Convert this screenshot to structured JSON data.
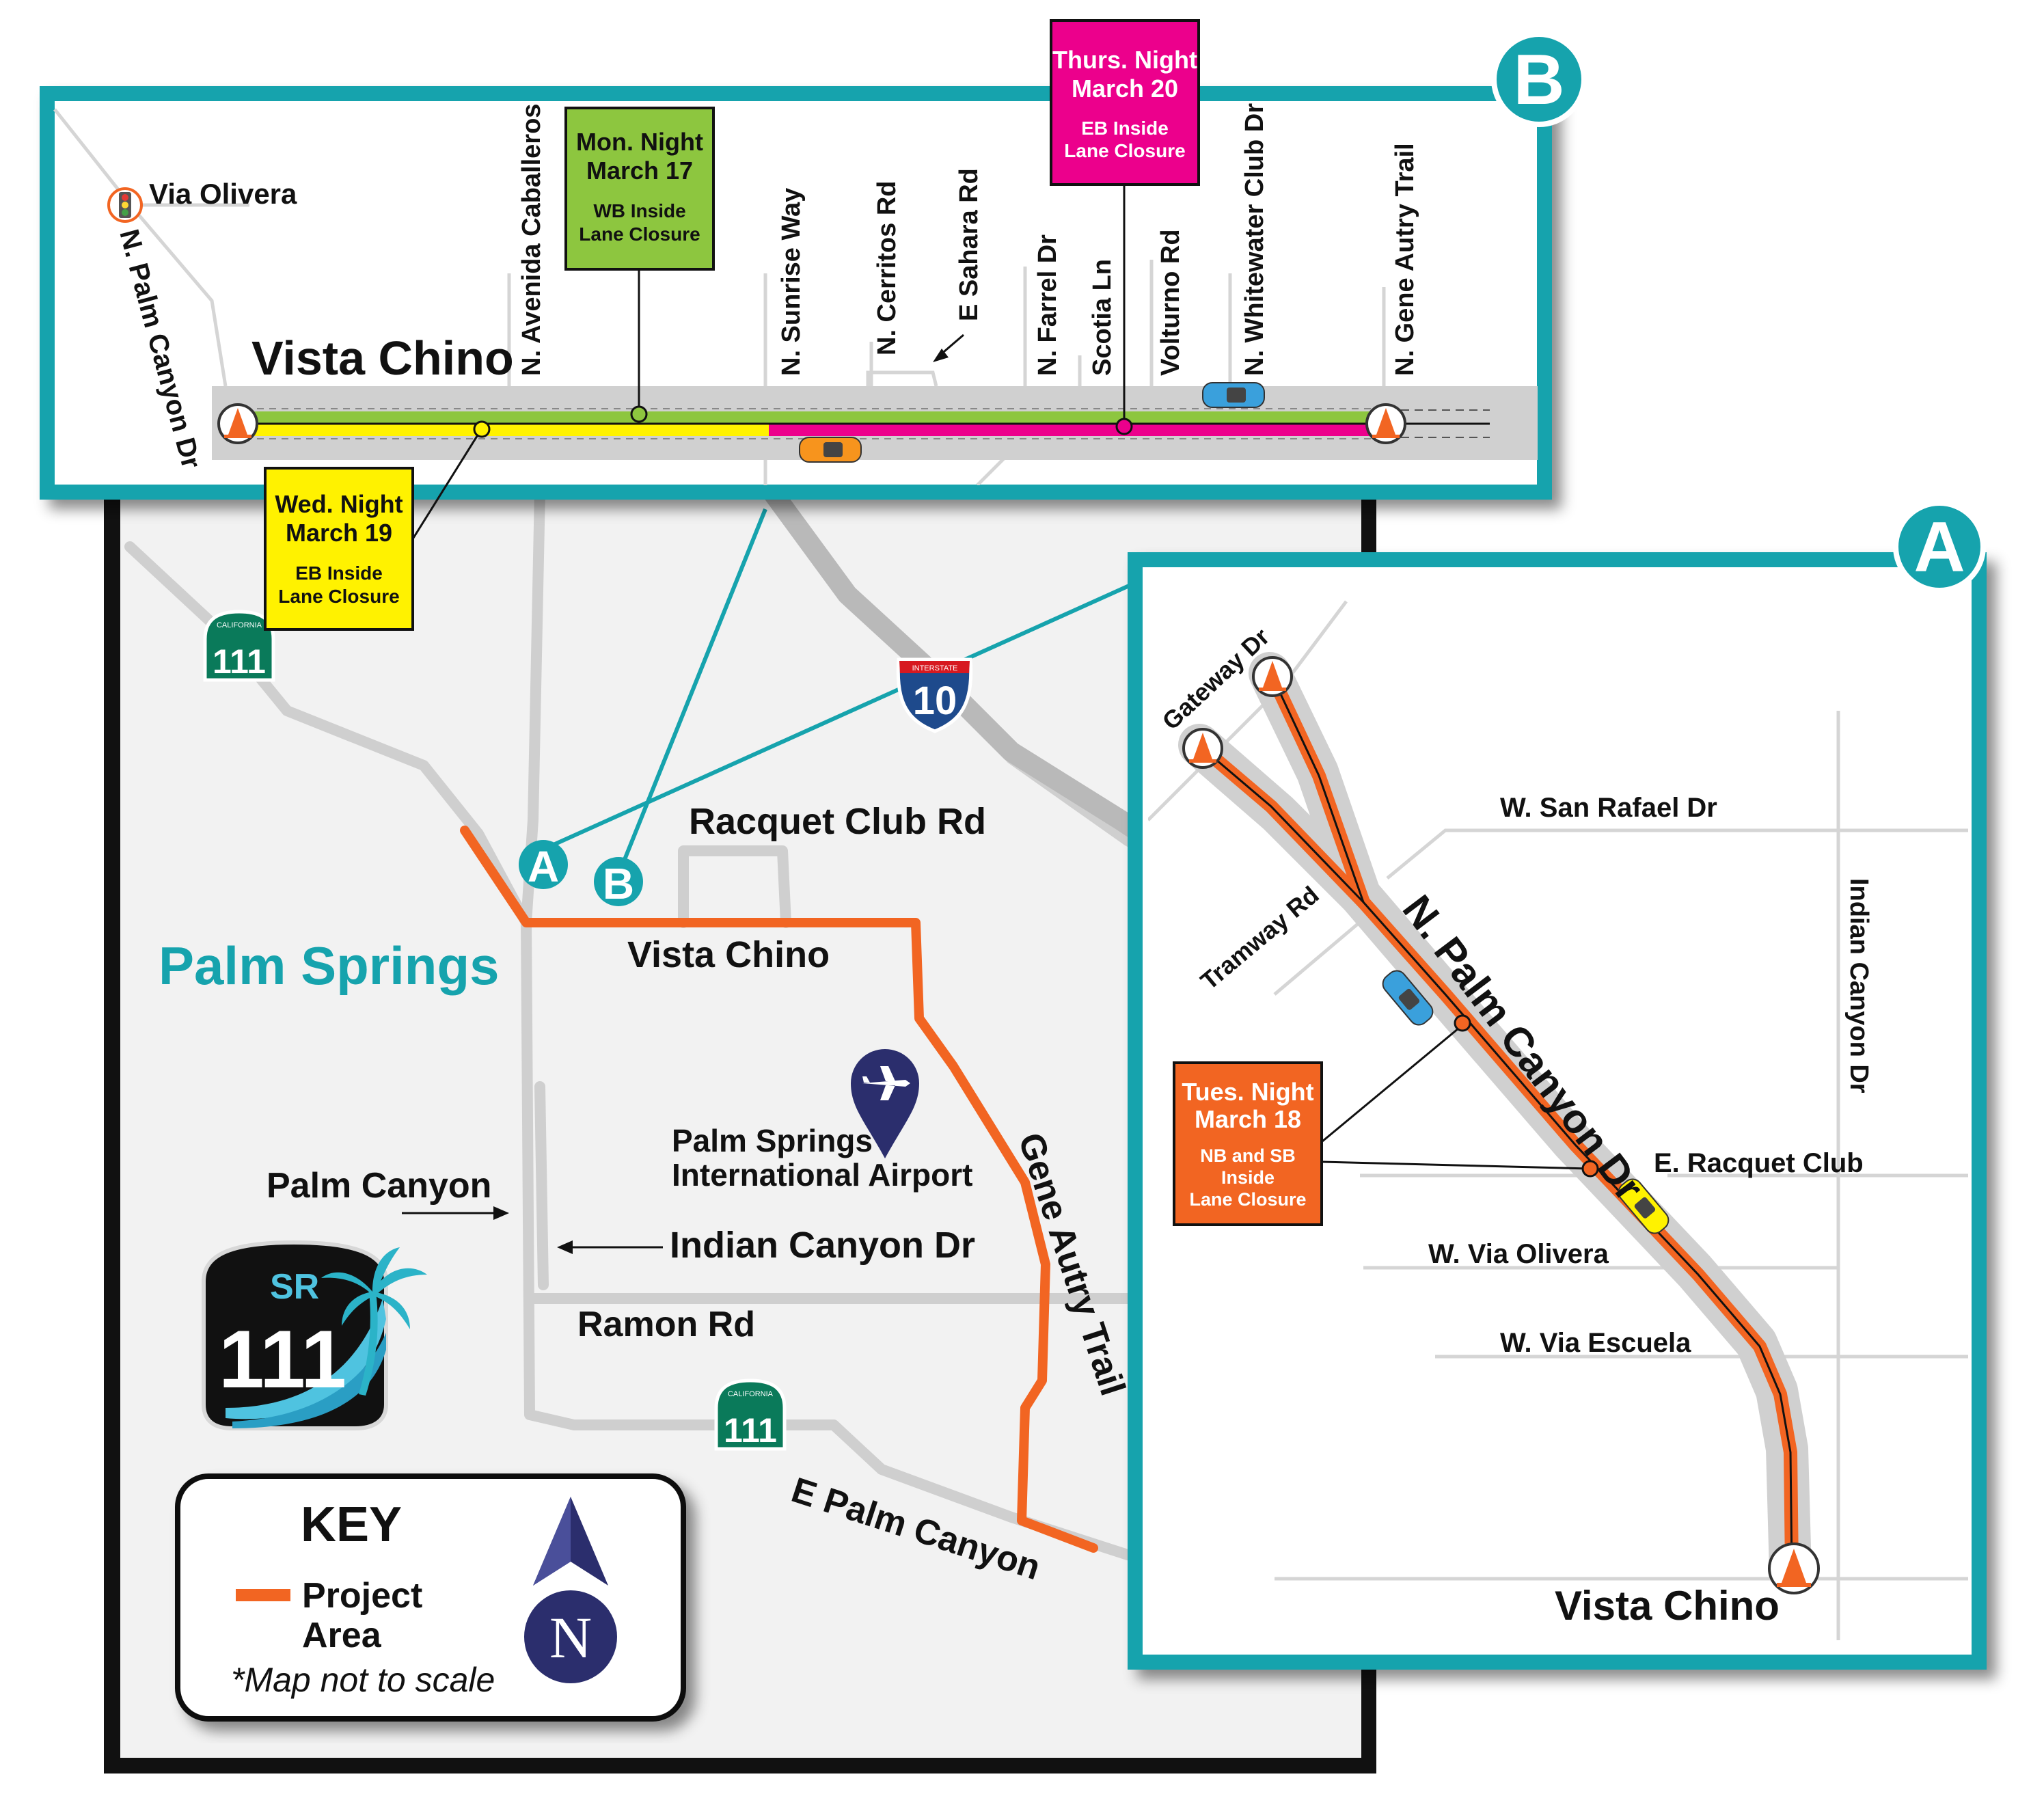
{
  "colors": {
    "teal": "#16a3ad",
    "project_orange": "#f26522",
    "yellow": "#fff200",
    "magenta": "#ec008c",
    "green": "#8dc63f",
    "navy": "#2b2e6d",
    "road_gray": "#d0d0d0",
    "land": "#f2f2f2"
  },
  "main_map": {
    "city": "Palm Springs",
    "roads": {
      "racquet_club": "Racquet Club Rd",
      "vista_chino": "Vista Chino",
      "palm_canyon": "Palm Canyon",
      "indian_canyon": "Indian Canyon Dr",
      "ramon": "Ramon Rd",
      "gene_autry": "Gene Autry Trail",
      "e_palm_canyon": "E Palm Canyon"
    },
    "airport": {
      "line1": "Palm Springs",
      "line2": "International Airport",
      "icon": "airport-marker-icon"
    },
    "shields": {
      "ca111_top": "111",
      "ca111_bottom": "111",
      "ca_label": "CALIFORNIA",
      "i10": "10",
      "i10_label": "INTERSTATE",
      "sr_logo_sr": "SR",
      "sr_logo_num": "111"
    },
    "callout_letters": {
      "a": "A",
      "b": "B"
    }
  },
  "key": {
    "title": "KEY",
    "item_line1": "Project",
    "item_line2": "Area",
    "note": "*Map not to scale",
    "north": "N"
  },
  "inset_b": {
    "badge": "B",
    "main_road": "Vista Chino",
    "cross_streets": {
      "via_olivera": "Via Olivera",
      "n_palm_canyon": "N. Palm Canyon Dr",
      "avenida_caballeros": "N. Avenida Caballeros",
      "sunrise": "N. Sunrise Way",
      "cerritos": "N. Cerritos Rd",
      "sahara": "E Sahara Rd",
      "farrel": "N. Farrel Dr",
      "scotia": "Scotia Ln",
      "volturno": "Volturno Rd",
      "whitewater": "N. Whitewater Club Dr",
      "gene_autry": "N. Gene Autry Trail"
    },
    "closures": {
      "mon": {
        "l1": "Mon. Night",
        "l2": "March 17",
        "l3": "WB Inside",
        "l4": "Lane Closure"
      },
      "thu": {
        "l1": "Thurs. Night",
        "l2": "March 20",
        "l3": "EB Inside",
        "l4": "Lane Closure"
      },
      "wed": {
        "l1": "Wed. Night",
        "l2": "March 19",
        "l3": "EB Inside",
        "l4": "Lane Closure"
      }
    }
  },
  "inset_a": {
    "badge": "A",
    "streets": {
      "gateway": "Gateway Dr",
      "san_rafael": "W. San Rafael Dr",
      "tramway": "Tramway Rd",
      "n_palm_canyon": "N. Palm Canyon Dr",
      "indian_canyon": "Indian Canyon Dr",
      "e_racquet_club": "E. Racquet Club",
      "w_via_olivera": "W. Via Olivera",
      "w_via_escuela": "W. Via Escuela",
      "vista_chino": "Vista Chino"
    },
    "closure": {
      "l1": "Tues. Night",
      "l2": "March 18",
      "l3": "NB and SB",
      "l4": "Inside",
      "l5": "Lane Closure"
    }
  }
}
